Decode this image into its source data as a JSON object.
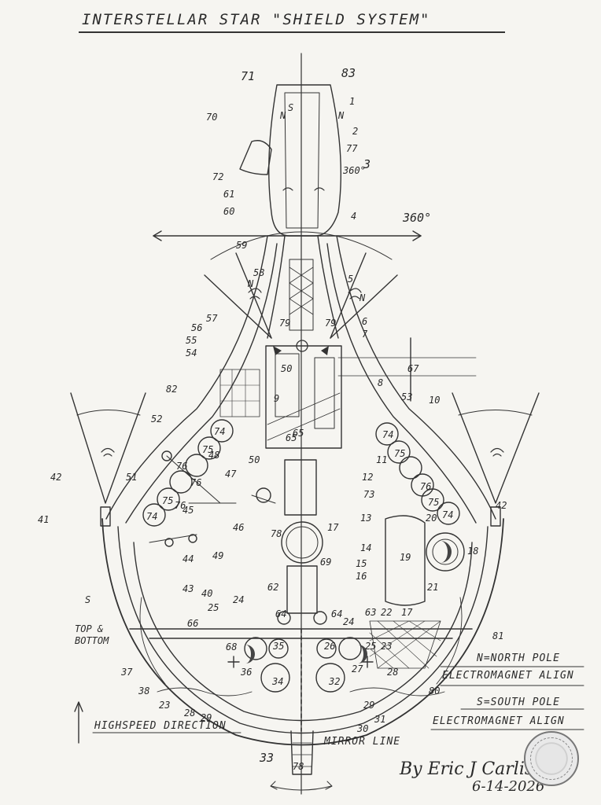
{
  "title": "INTERSTELLAR STAR  \"SHIELD SYSTEM\"",
  "part_numbers": [
    "71",
    "83",
    "1",
    "70",
    "N",
    "S",
    "N",
    "2",
    "77",
    "3",
    "360°",
    "72",
    "61",
    "60",
    "4",
    "360°",
    "59",
    "58",
    "N",
    "5",
    "N",
    "57",
    "79",
    "79",
    "6",
    "56",
    "7",
    "55",
    "54",
    "67",
    "50",
    "65",
    "8",
    "9",
    "53",
    "82",
    "10",
    "65",
    "52",
    "74",
    "75",
    "74",
    "11",
    "48",
    "75",
    "50",
    "12",
    "51",
    "76",
    "47",
    "76",
    "73",
    "42",
    "76",
    "75",
    "13",
    "17",
    "20",
    "76",
    "74",
    "75",
    "74",
    "42",
    "41",
    "45",
    "46",
    "78",
    "14",
    "18",
    "44",
    "49",
    "69",
    "15",
    "19",
    "16",
    "43",
    "40",
    "62",
    "S",
    "25",
    "24",
    "21",
    "63",
    "22",
    "17",
    "64",
    "64",
    "24",
    "81",
    "66",
    "TOP &",
    "BOTTOM",
    "68",
    "35",
    "26",
    "25",
    "23",
    "37",
    "36",
    "34",
    "32",
    "27",
    "28",
    "38",
    "23",
    "28",
    "29",
    "80",
    "29",
    "31",
    "30",
    "33",
    "78"
  ],
  "legend": {
    "north": "N=NORTH POLE",
    "north_sub": "ELECTROMAGNET ALIGN",
    "south": "S=SOUTH POLE",
    "south_sub": "ELECTROMAGNET ALIGN"
  },
  "annotations": {
    "direction": "HIGHSPEED DIRECTION",
    "mirror": "MIRROR LINE"
  },
  "signature": {
    "name": "By Eric J Carlis",
    "date": "6-14-2026"
  }
}
